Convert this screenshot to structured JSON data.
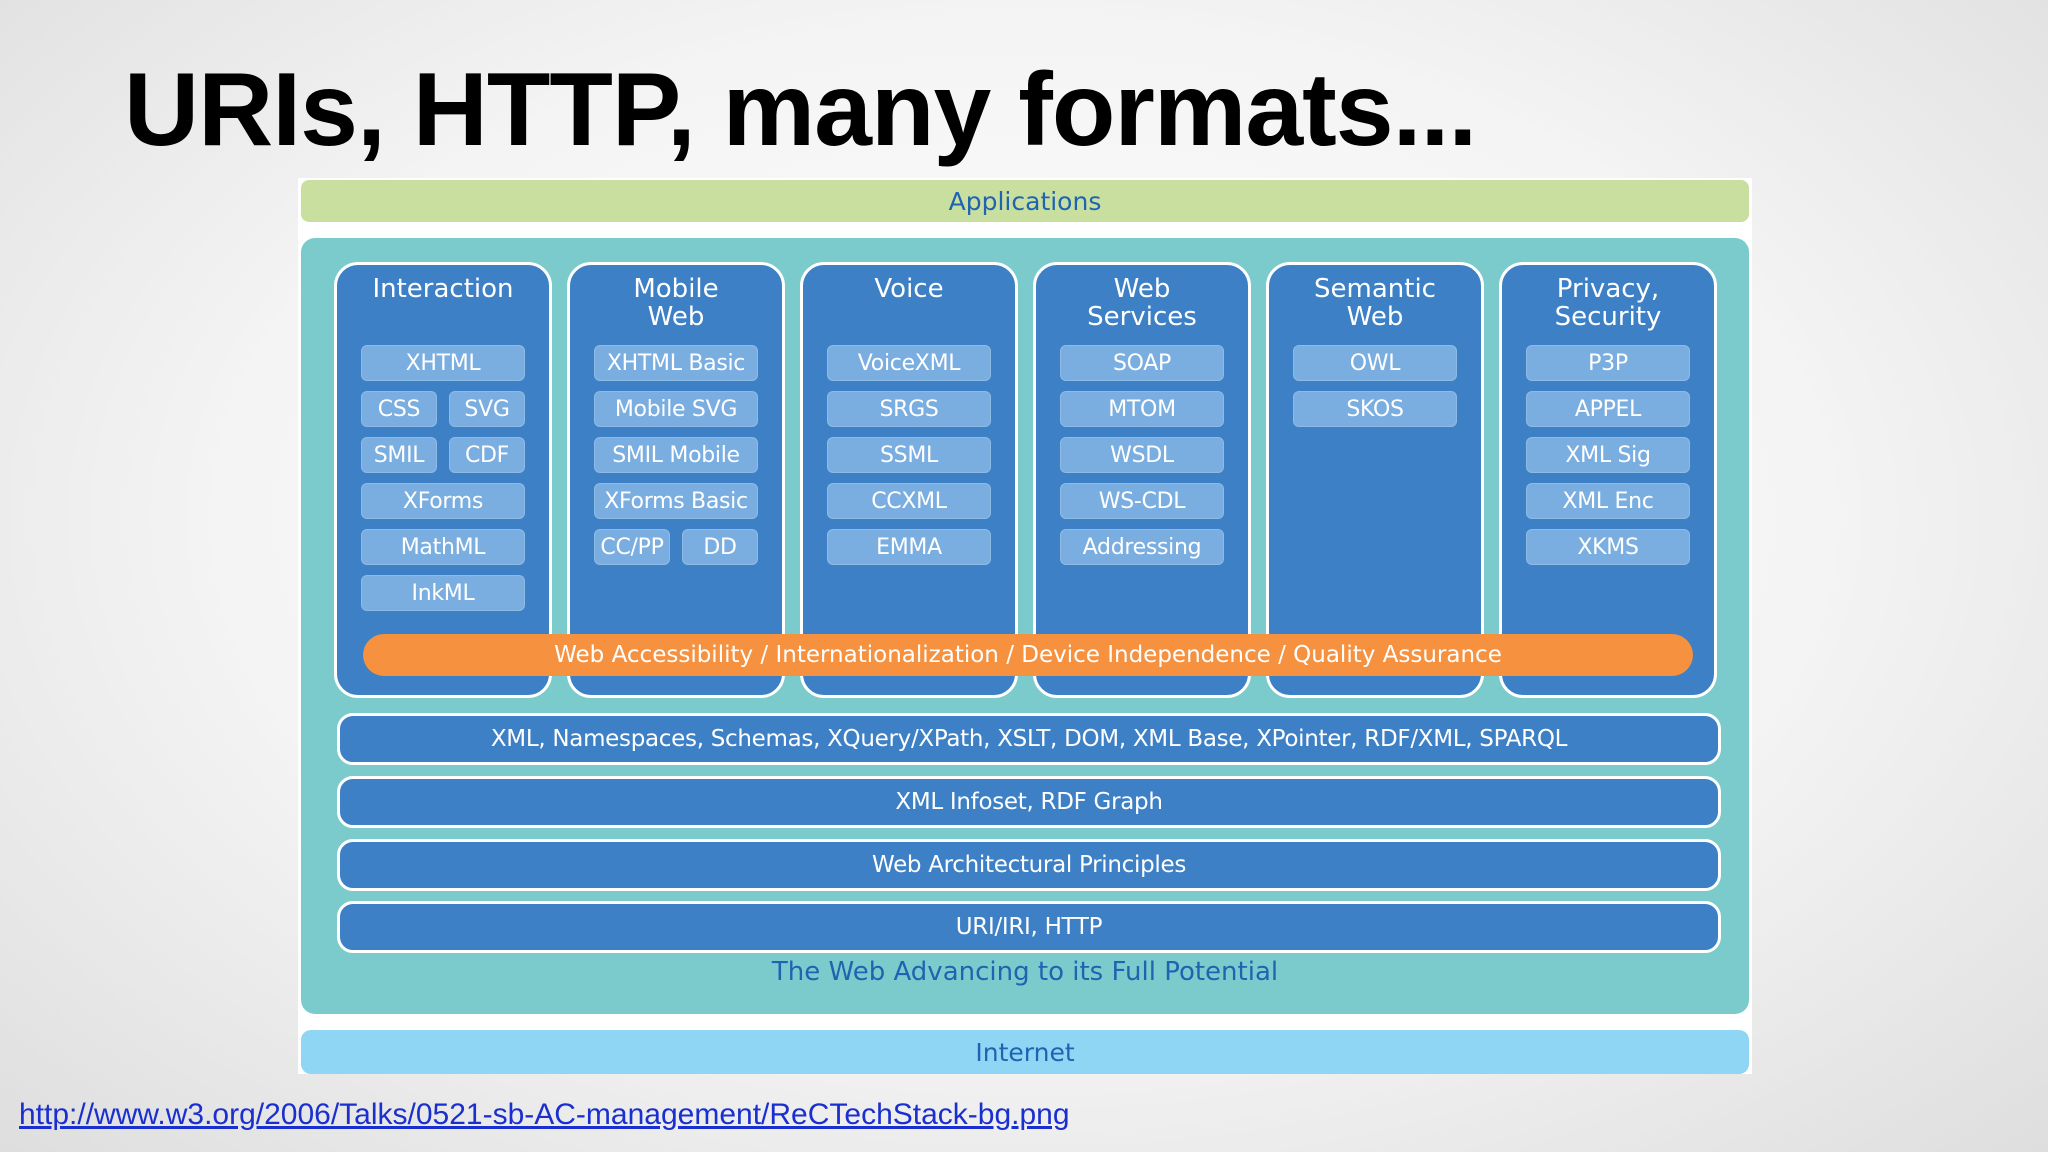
{
  "slide": {
    "title": "URIs, HTTP, many formats...",
    "source_url": "http://www.w3.org/2006/Talks/0521-sb-AC-management/ReCTechStack-bg.png"
  },
  "diagram": {
    "applications_label": "Applications",
    "internet_label": "Internet",
    "tagline": "The Web Advancing to its Full Potential",
    "cross_cutting_label": "Web Accessibility / Internationalization / Device Independence / Quality Assurance",
    "columns": [
      {
        "title": "Interaction",
        "items": [
          "XHTML",
          "CSS",
          "SVG",
          "SMIL",
          "CDF",
          "XForms",
          "MathML",
          "InkML"
        ]
      },
      {
        "title": "Mobile\nWeb",
        "items": [
          "XHTML Basic",
          "Mobile SVG",
          "SMIL Mobile",
          "XForms Basic",
          "CC/PP",
          "DD"
        ]
      },
      {
        "title": "Voice",
        "items": [
          "VoiceXML",
          "SRGS",
          "SSML",
          "CCXML",
          "EMMA"
        ]
      },
      {
        "title": "Web\nServices",
        "items": [
          "SOAP",
          "MTOM",
          "WSDL",
          "WS-CDL",
          "Addressing"
        ]
      },
      {
        "title": "Semantic\nWeb",
        "items": [
          "OWL",
          "SKOS"
        ]
      },
      {
        "title": "Privacy,\nSecurity",
        "items": [
          "P3P",
          "APPEL",
          "XML Sig",
          "XML Enc",
          "XKMS"
        ]
      }
    ],
    "layers": [
      "XML, Namespaces, Schemas, XQuery/XPath, XSLT, DOM, XML Base, XPointer, RDF/XML, SPARQL",
      "XML Infoset, RDF Graph",
      "Web Architectural Principles",
      "URI/IRI, HTTP"
    ],
    "colors": {
      "applications": "#c8df9f",
      "platform": "#7ccbcc",
      "column": "#3d80c6",
      "chip": "#7aaee0",
      "cross_cutting": "#f6913f",
      "internet": "#8fd6f5",
      "label_blue": "#1f63b1"
    }
  }
}
